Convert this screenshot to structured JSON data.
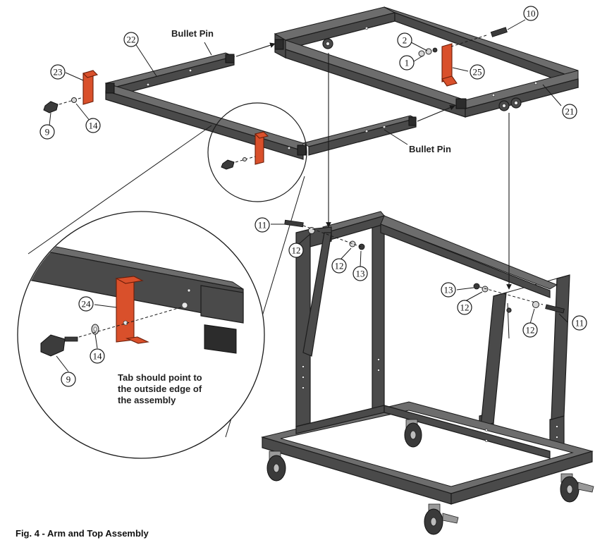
{
  "caption": "Fig. 4 - Arm and Top Assembly",
  "labels": {
    "bullet_pin_top": "Bullet Pin",
    "bullet_pin_mid": "Bullet Pin",
    "tab_note_line1": "Tab should point to",
    "tab_note_line2": "the outside edge of",
    "tab_note_line3": "the assembly"
  },
  "callouts": {
    "c10": "10",
    "c2": "2",
    "c1": "1",
    "c25": "25",
    "c21": "21",
    "c22": "22",
    "c23": "23",
    "c9_top": "9",
    "c14_top": "14",
    "c11_left": "11",
    "c12_left_a": "12",
    "c12_left_b": "12",
    "c13_left": "13",
    "c13_right": "13",
    "c12_right_a": "12",
    "c12_right_b": "12",
    "c11_right": "11",
    "c24": "24",
    "c14_zoom": "14",
    "c9_zoom": "9"
  },
  "colors": {
    "frame": "#4a4a4a",
    "bracket": "#d9502b"
  }
}
